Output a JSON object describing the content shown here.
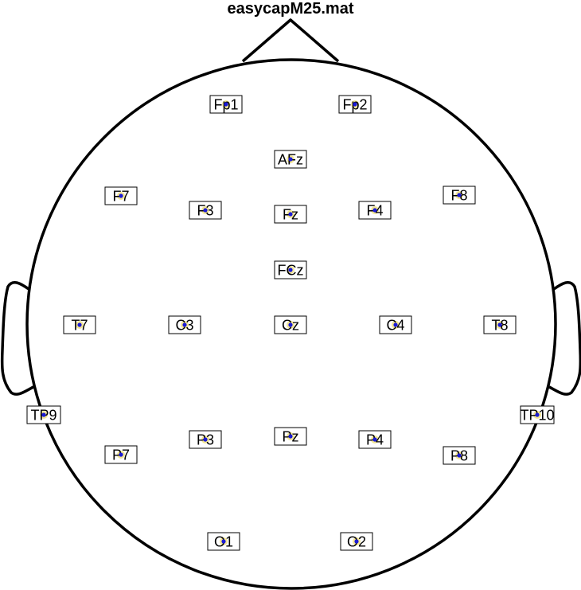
{
  "title": "easycapM25.mat",
  "colors": {
    "outline": "#000000",
    "electrode_dot": "#1a1ad6",
    "electrode_halo": "#f2e38a",
    "label_box_border": "#000000",
    "label_box_fill": "#ffffff"
  },
  "electrodes": [
    {
      "label": "Fp1"
    },
    {
      "label": "Fp2"
    },
    {
      "label": "AFz"
    },
    {
      "label": "F7"
    },
    {
      "label": "F3"
    },
    {
      "label": "Fz"
    },
    {
      "label": "F4"
    },
    {
      "label": "F8"
    },
    {
      "label": "FCz"
    },
    {
      "label": "T7"
    },
    {
      "label": "C3"
    },
    {
      "label": "Cz"
    },
    {
      "label": "C4"
    },
    {
      "label": "T8"
    },
    {
      "label": "TP9"
    },
    {
      "label": "TP10"
    },
    {
      "label": "P7"
    },
    {
      "label": "P3"
    },
    {
      "label": "Pz"
    },
    {
      "label": "P4"
    },
    {
      "label": "P8"
    },
    {
      "label": "O1"
    },
    {
      "label": "O2"
    }
  ]
}
